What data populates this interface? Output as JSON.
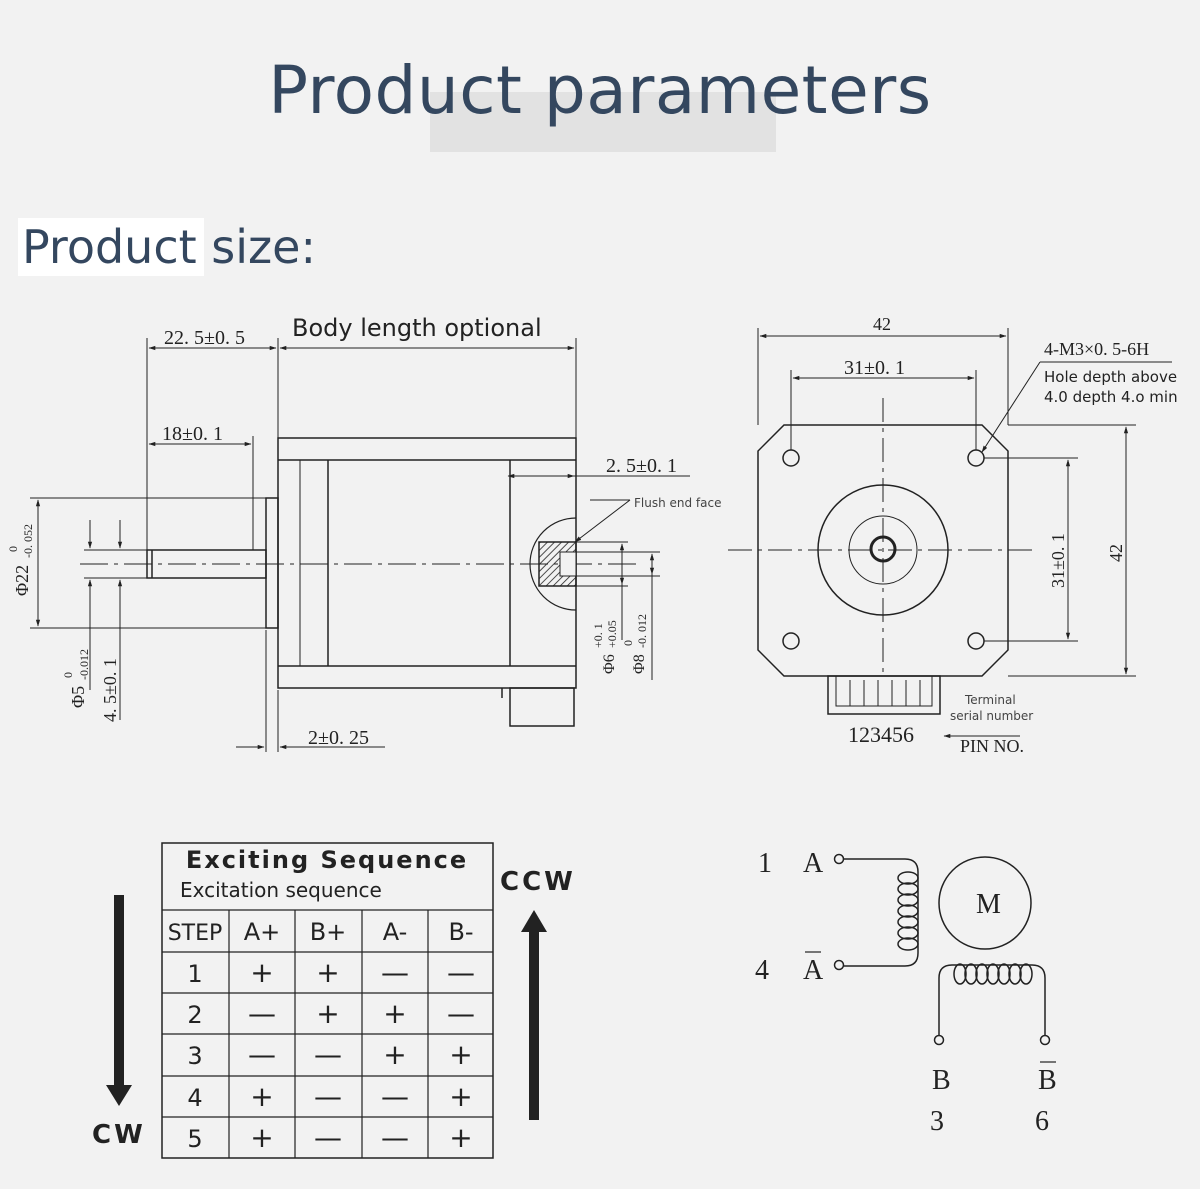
{
  "header": {
    "title": "Product parameters",
    "section_label": "Product size:"
  },
  "side_view": {
    "body_length_note": "Body length optional",
    "dim_shaft_length": "22. 5±0. 5",
    "dim_flat_length": "18±0. 1",
    "dim_boss_height": "2. 5±0. 1",
    "dim_flange": "2±0. 25",
    "dim_boss_diameter": "Φ22",
    "dim_boss_tol_upper": "0",
    "dim_boss_tol_lower": "-0. 052",
    "dim_shaft_diameter": "Φ5",
    "dim_shaft_tol_upper": "0",
    "dim_shaft_tol_lower": "-0.012",
    "dim_flat_depth": "4. 5±0. 1",
    "dim_rear_hole": "Φ6",
    "dim_rear_hole_tol_upper": "+0. 1",
    "dim_rear_hole_tol_lower": "+0.05",
    "dim_rear_shaft": "Φ8",
    "dim_rear_shaft_tol_upper": "0",
    "dim_rear_shaft_tol_lower": "-0. 012",
    "flush_note": "Flush end face"
  },
  "front_view": {
    "dim_width": "42",
    "dim_hole_pitch_h": "31±0. 1",
    "dim_height": "42",
    "dim_hole_pitch_v": "31±0. 1",
    "thread_spec": "4-M3×0. 5-6H",
    "hole_note_line1": "Hole depth above",
    "hole_note_line2": "4.0 depth 4.o min",
    "terminal_note_line1": "Terminal",
    "terminal_note_line2": "serial number",
    "pin_numbers": "123456",
    "pin_label": "PIN NO."
  },
  "sequence": {
    "title": "Exciting Sequence",
    "subtitle": "Excitation sequence",
    "headers": [
      "STEP",
      "A+",
      "B+",
      "A-",
      "B-"
    ],
    "rows": [
      [
        "1",
        "+",
        "+",
        "—",
        "—"
      ],
      [
        "2",
        "—",
        "+",
        "+",
        "—"
      ],
      [
        "3",
        "—",
        "—",
        "+",
        "+"
      ],
      [
        "4",
        "+",
        "—",
        "—",
        "+"
      ],
      [
        "5",
        "+",
        "—",
        "—",
        "+"
      ]
    ],
    "ccw_label": "CCW",
    "cw_label": "CW"
  },
  "wiring": {
    "pin_a_number": "1",
    "pin_a_label": "A",
    "pin_abar_number": "4",
    "pin_abar_label": "A",
    "motor_label": "M",
    "pin_b_label": "B",
    "pin_bbar_label": "B",
    "pin_b_number": "3",
    "pin_bbar_number": "6"
  },
  "colors": {
    "heading": "#34475f",
    "background": "#f2f2f2",
    "line": "#222222"
  }
}
